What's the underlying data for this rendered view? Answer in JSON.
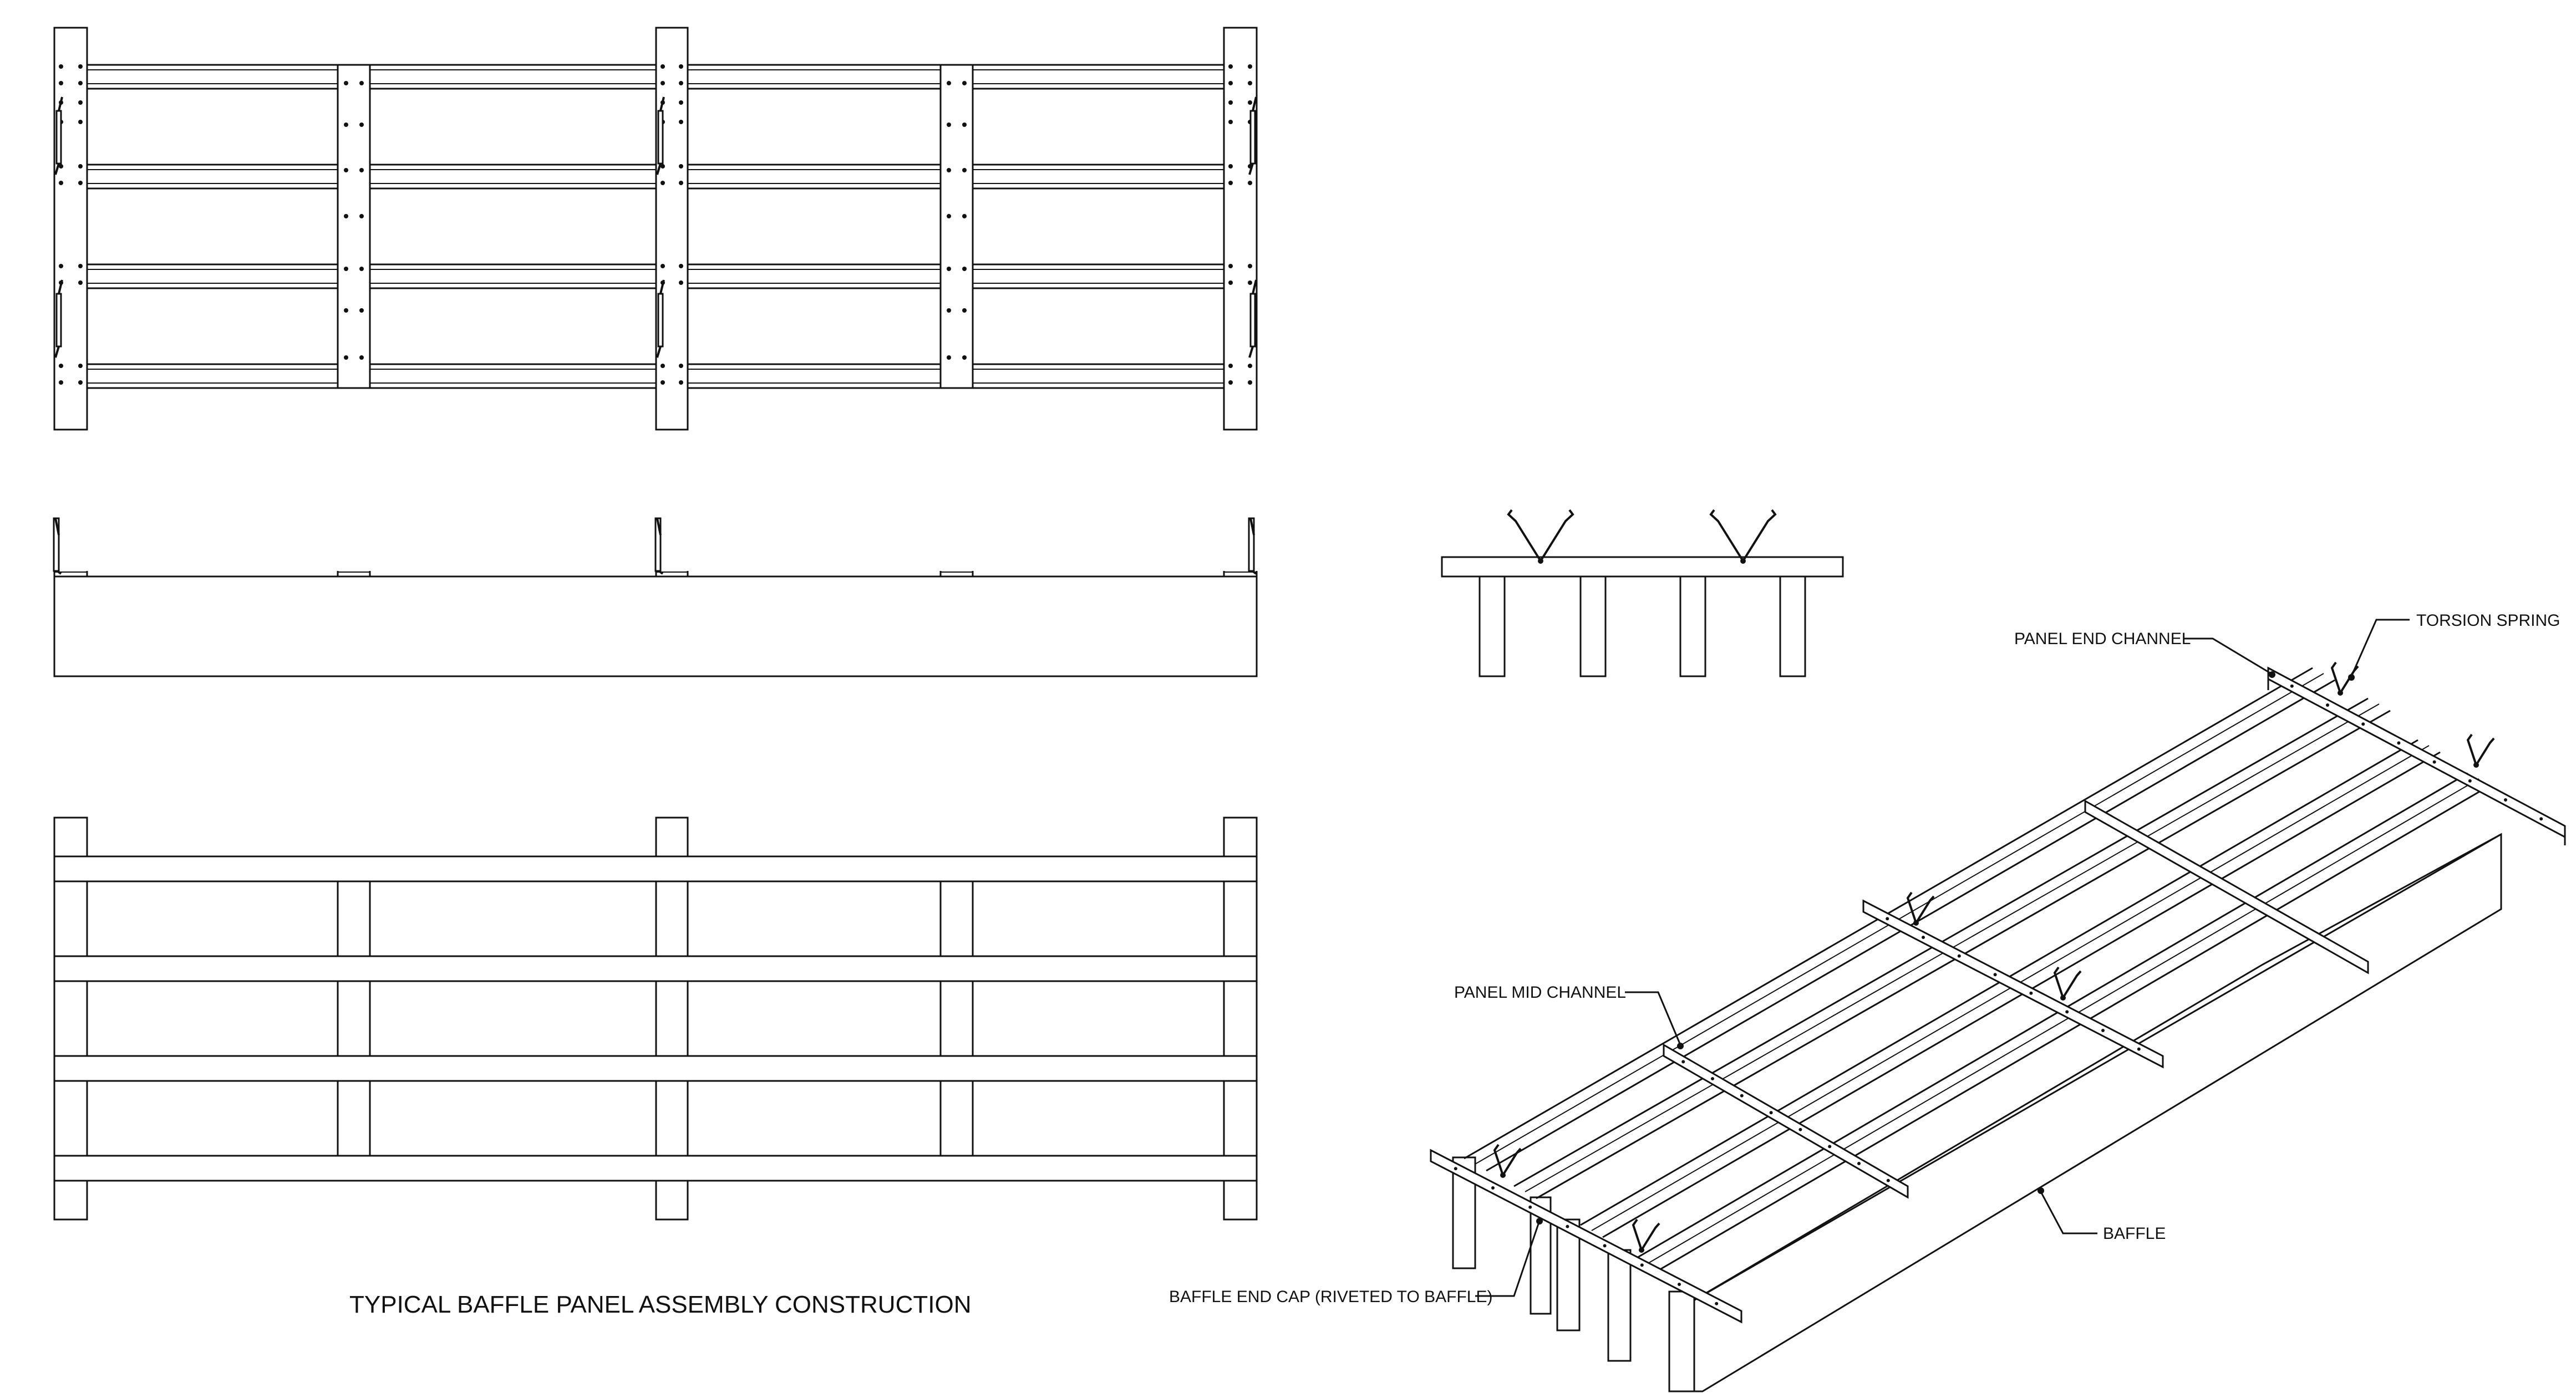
{
  "drawing": {
    "title": "TYPICAL BAFFLE PANEL ASSEMBLY CONSTRUCTION",
    "callouts": {
      "torsion_spring": "TORSION SPRING",
      "panel_end_channel": "PANEL END CHANNEL",
      "panel_mid_channel": "PANEL MID CHANNEL",
      "baffle": "BAFFLE",
      "baffle_end_cap": "BAFFLE END CAP (RIVETED TO BAFFLE)"
    }
  }
}
